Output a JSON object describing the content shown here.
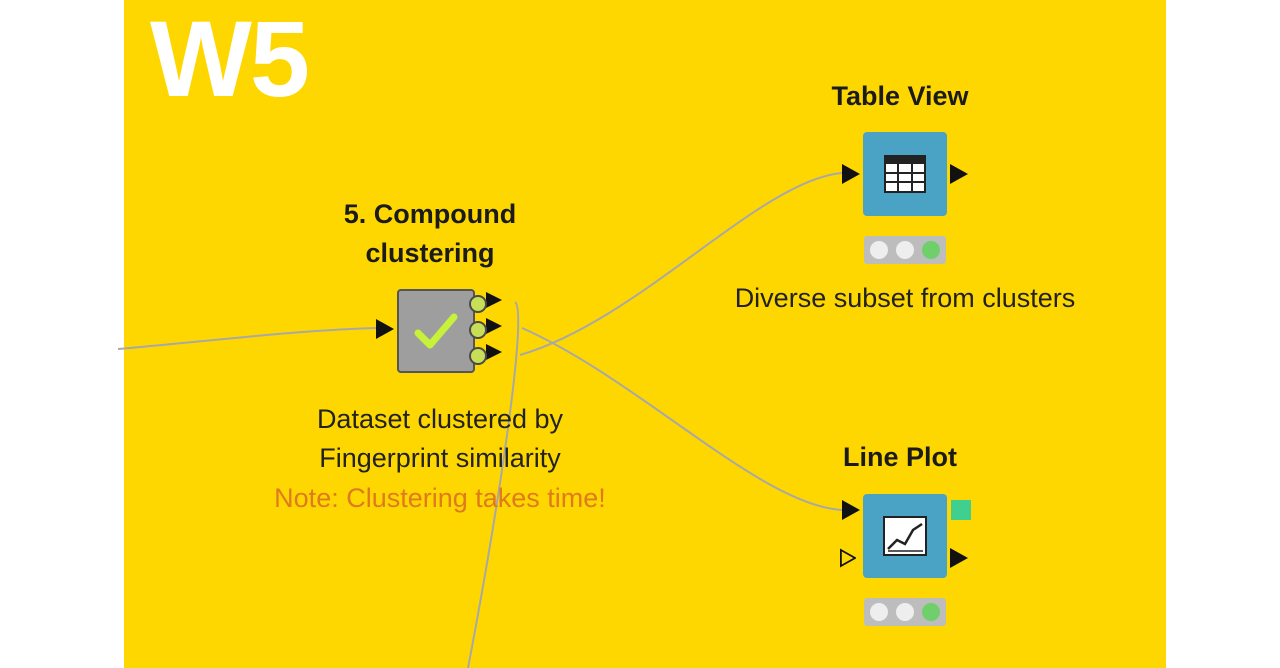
{
  "workflow": {
    "label": "W5"
  },
  "nodes": {
    "clustering": {
      "title_line1": "5. Compound",
      "title_line2": "clustering",
      "desc_line1": "Dataset clustered by",
      "desc_line2": "Fingerprint similarity",
      "note": "Note: Clustering takes time!",
      "box_color": "#9e9e9e",
      "icon": "checkmark-icon",
      "status": "executed"
    },
    "table_view": {
      "title": "Table View",
      "desc": "Diverse subset from clusters",
      "box_color": "#4aa3c4",
      "icon": "table-grid-icon",
      "status": "executed"
    },
    "line_plot": {
      "title": "Line Plot",
      "box_color": "#4aa3c4",
      "icon": "line-chart-icon",
      "status": "executed"
    }
  },
  "colors": {
    "canvas": "#FFD700",
    "note_text": "#e07a1f",
    "edge": "#a8a8a8",
    "status_green": "#6fcf6a"
  }
}
